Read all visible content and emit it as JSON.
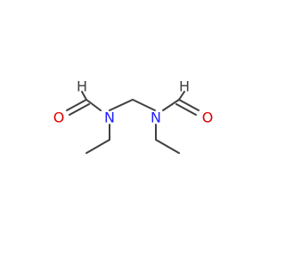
{
  "molecule": {
    "atoms": {
      "n_left": "N",
      "n_right": "N",
      "o_left": "O",
      "o_right": "O",
      "h_left": "H",
      "h_right": "H"
    },
    "colors": {
      "bond": "#404040",
      "nitrogen": "#2020ff",
      "oxygen": "#e00000",
      "hydrogen": "#404040",
      "background": "#ffffff"
    }
  }
}
